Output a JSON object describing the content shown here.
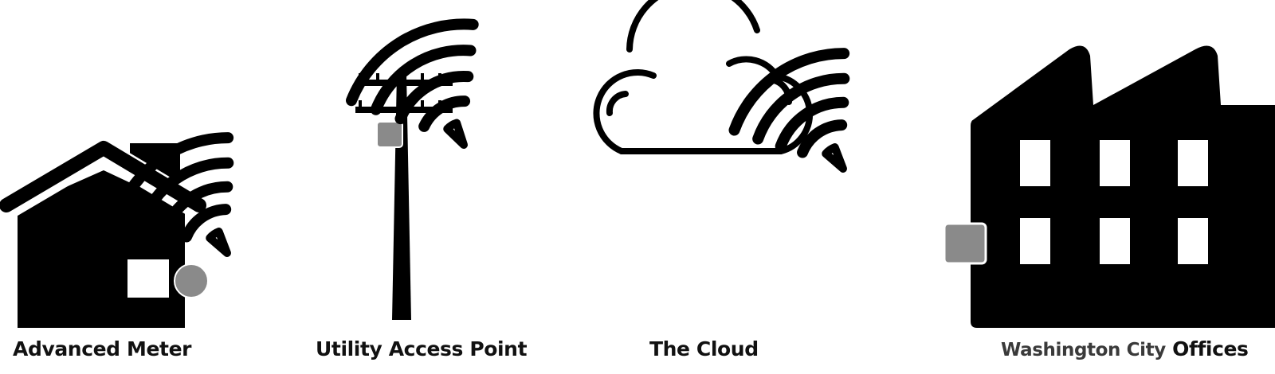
{
  "nodes": [
    {
      "id": "meter",
      "label": "Advanced Meter",
      "icon": "house-icon",
      "device_marker": "circle-marker"
    },
    {
      "id": "access_point",
      "label": "Utility Access Point",
      "icon": "utility-pole-icon",
      "device_marker": "square-marker"
    },
    {
      "id": "cloud",
      "label": "The Cloud",
      "icon": "cloud-icon"
    },
    {
      "id": "offices",
      "label_prefix": "Washington City",
      "label_suffix": "Offices",
      "icon": "factory-building-icon",
      "device_marker": "square-marker"
    }
  ],
  "links": [
    {
      "from": "meter",
      "to": "access_point",
      "icon": "wireless-signal-icon"
    },
    {
      "from": "access_point",
      "to": "cloud",
      "icon": "wireless-signal-icon"
    },
    {
      "from": "cloud",
      "to": "offices",
      "icon": "wireless-signal-icon"
    }
  ],
  "colors": {
    "icon": "#000000",
    "marker": "#8a8a8a",
    "background": "#ffffff"
  }
}
